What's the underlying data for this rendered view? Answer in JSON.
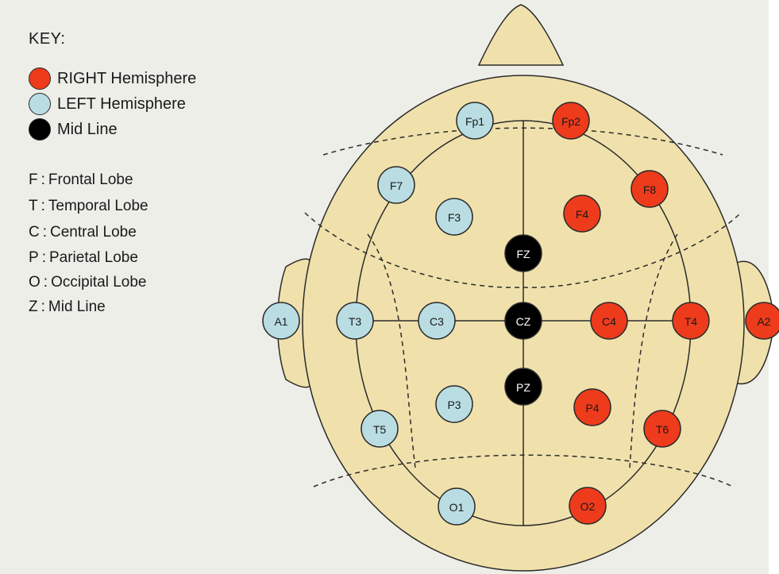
{
  "key": {
    "title": "KEY:",
    "entries": [
      {
        "label": "RIGHT Hemisphere",
        "color": "#ee3b1c"
      },
      {
        "label": "LEFT Hemisphere",
        "color": "#b9dde2"
      },
      {
        "label": "Mid Line",
        "color": "#000000"
      }
    ]
  },
  "lobes": [
    {
      "letter": "F",
      "name": "Frontal Lobe"
    },
    {
      "letter": "T",
      "name": "Temporal Lobe"
    },
    {
      "letter": "C",
      "name": "Central Lobe"
    },
    {
      "letter": "P",
      "name": "Parietal Lobe"
    },
    {
      "letter": "O",
      "name": "Occipital Lobe"
    },
    {
      "letter": "Z",
      "name": "Mid Line"
    }
  ],
  "colors": {
    "background": "#eeeee9",
    "head": "#f0e1ac",
    "right": "#ee3b1c",
    "left": "#b9dde2",
    "mid": "#000000",
    "outline": "#2b2b2b"
  },
  "electrodes": [
    {
      "label": "Fp1",
      "group": "left"
    },
    {
      "label": "Fp2",
      "group": "right"
    },
    {
      "label": "F7",
      "group": "left"
    },
    {
      "label": "F3",
      "group": "left"
    },
    {
      "label": "FZ",
      "group": "mid"
    },
    {
      "label": "F4",
      "group": "right"
    },
    {
      "label": "F8",
      "group": "right"
    },
    {
      "label": "A1",
      "group": "left"
    },
    {
      "label": "T3",
      "group": "left"
    },
    {
      "label": "C3",
      "group": "left"
    },
    {
      "label": "CZ",
      "group": "mid"
    },
    {
      "label": "C4",
      "group": "right"
    },
    {
      "label": "T4",
      "group": "right"
    },
    {
      "label": "A2",
      "group": "right"
    },
    {
      "label": "T5",
      "group": "left"
    },
    {
      "label": "P3",
      "group": "left"
    },
    {
      "label": "PZ",
      "group": "mid"
    },
    {
      "label": "P4",
      "group": "right"
    },
    {
      "label": "T6",
      "group": "right"
    },
    {
      "label": "O1",
      "group": "left"
    },
    {
      "label": "O2",
      "group": "right"
    }
  ]
}
